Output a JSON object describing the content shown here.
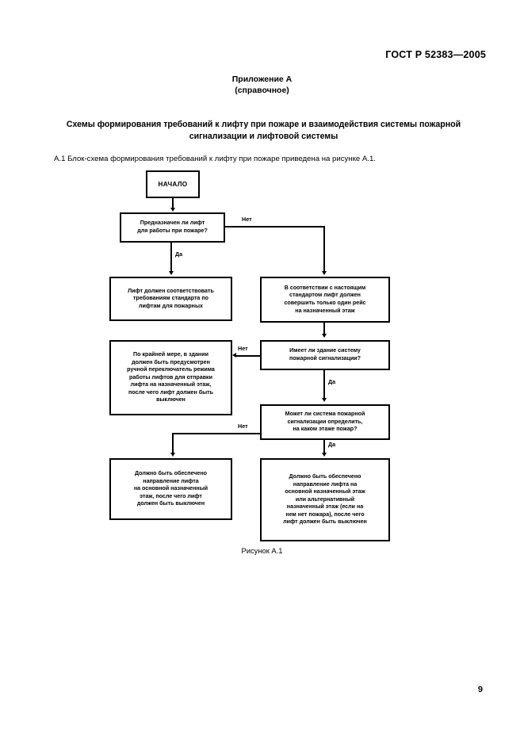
{
  "document": {
    "standard_number": "ГОСТ Р 52383—2005",
    "page_number": "9",
    "annex_title": "Приложение А",
    "annex_subtitle": "(справочное)",
    "main_title_line1": "Схемы формирования требований к лифту при пожаре и взаимодействия системы пожарной",
    "main_title_line2": "сигнализации и лифтовой системы",
    "intro_paragraph": "А.1  Блок-схема формирования требований к лифту при пожаре приведена на рисунке А.1.",
    "figure_caption": "Рисунок А.1"
  },
  "flowchart": {
    "type": "flowchart",
    "nodes": {
      "start": "НАЧАЛО",
      "decision1": "Предназначен ли лифт\nдля работы при пожаре?",
      "process_left1": "Лифт должен соответствовать\nтребованиям стандарта по\nлифтам для пожарных",
      "process_right1": "В соответствии с настоящим\nстандартом лифт должен\nсовершить только один рейс\nна назначенный этаж",
      "process_left2": "По крайней мере, в здании\nдолжен быть предусмотрен\nручной переключатель режима\nработы лифтов для отправки\nлифта на назначенный этаж,\nпосле чего лифт должен быть\nвыключен",
      "decision2": "Имеет ли здание систему\nпожарной сигнализации?",
      "decision3": "Может ли система пожарной\nсигнализации определить,\nна каком этаже пожар?",
      "process_left3": "Должно быть обеспечено\nнаправление лифта\nна основной назначенный\nэтаж, после чего лифт\nдолжен быть выключен",
      "process_right3": "Должно быть обеспечено\nнаправление лифта на\nосновной назначенный этаж\nили альтернативный\nназначенный этаж (если на\nнем нет пожара), после чего\nлифт должен быть выключен"
    },
    "edge_labels": {
      "d1_no": "Нет",
      "d1_yes": "Да",
      "d2_no": "Нет",
      "d2_yes": "Да",
      "d3_no": "Нет",
      "d3_yes": "Да"
    }
  }
}
